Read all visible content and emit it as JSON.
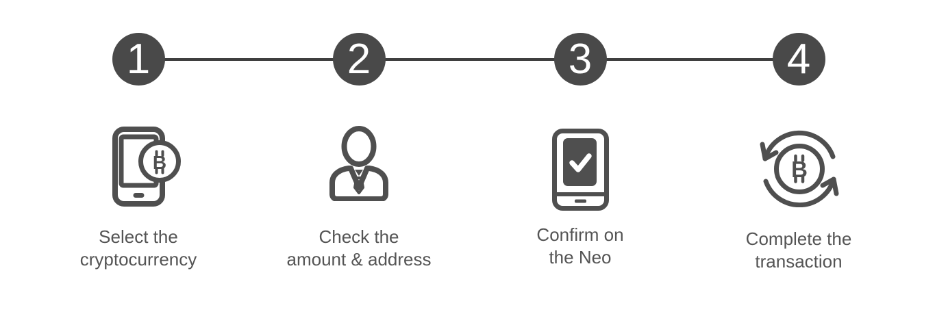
{
  "colors": {
    "background": "#ffffff",
    "circle-fill": "#494949",
    "number-color": "#ffffff",
    "connector": "#3f3f3f",
    "icon-stroke": "#4f4f4f",
    "label-text": "#545454"
  },
  "icons": {
    "bitcoin_letter": "B"
  },
  "steps": [
    {
      "number": "1",
      "icon": "smartphone-bitcoin-icon",
      "label_line1": "Select the",
      "label_line2": "cryptocurrency"
    },
    {
      "number": "2",
      "icon": "businessman-icon",
      "label_line1": "Check the",
      "label_line2": "amount & address"
    },
    {
      "number": "3",
      "icon": "device-checkmark-icon",
      "label_line1": "Confirm on",
      "label_line2": "the Neo"
    },
    {
      "number": "4",
      "icon": "bitcoin-refresh-icon",
      "label_line1": "Complete the",
      "label_line2": "transaction"
    }
  ]
}
